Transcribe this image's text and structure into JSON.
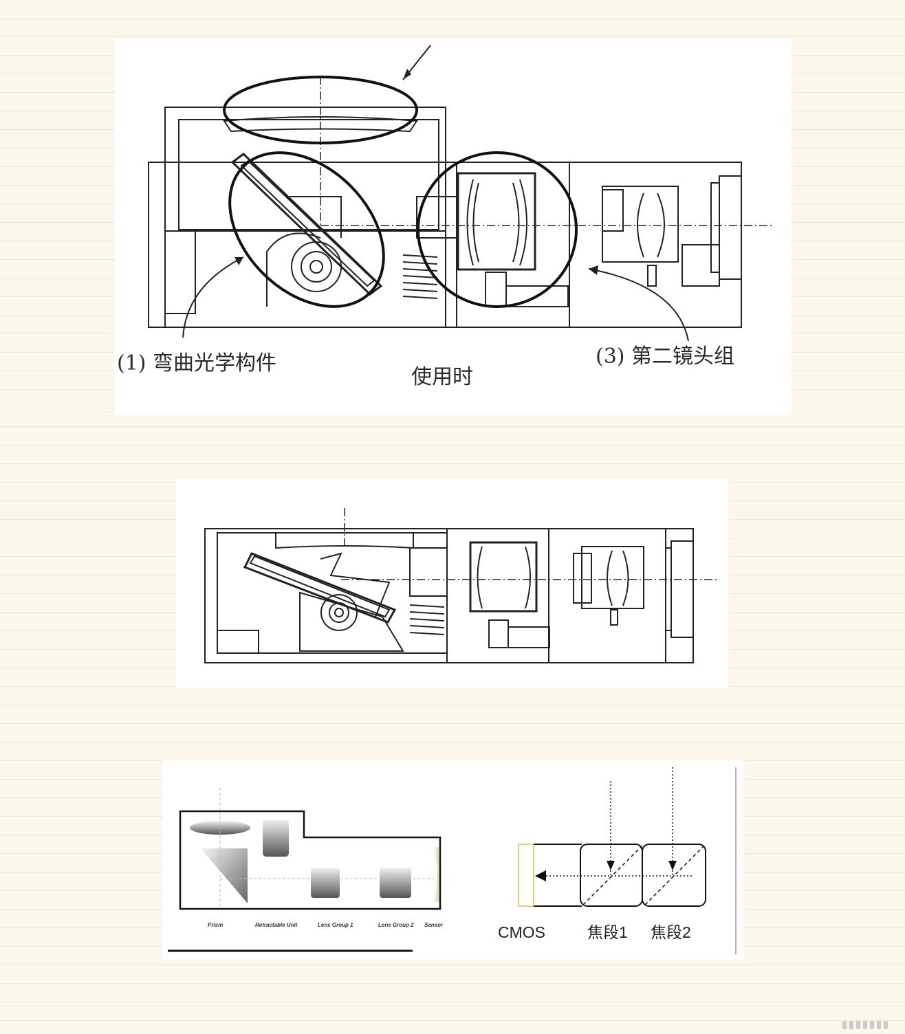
{
  "panel1": {
    "label_left": "(1) 弯曲光学构件",
    "label_right": "(3) 第二镜头组",
    "caption": "使用时"
  },
  "panel3": {
    "labels": [
      "Prism",
      "Retractable Unit",
      "Lens Group 1",
      "Lens Group 2",
      "Sensor"
    ],
    "cmos_label": "CMOS",
    "focal1_label": "焦段1",
    "focal2_label": "焦段2"
  }
}
